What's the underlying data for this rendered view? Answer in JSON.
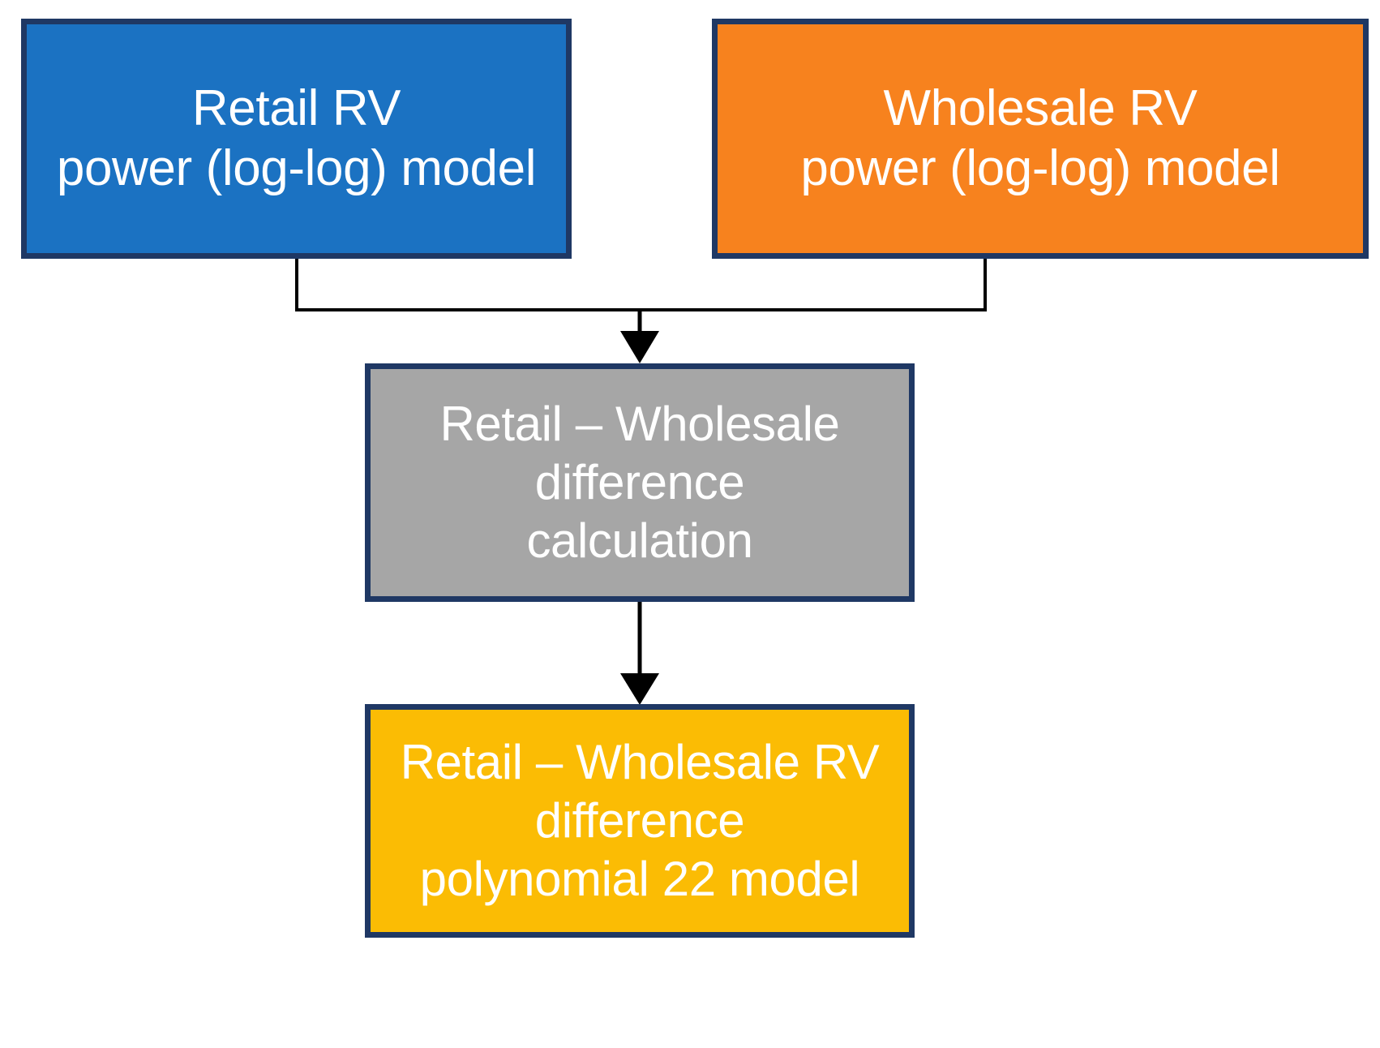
{
  "diagram": {
    "title": "Retail and Wholesale RV model flow",
    "type": "flowchart",
    "background_color": "#FFFFFF",
    "border_color": "#1F3864",
    "connector_color": "#000000",
    "nodes": [
      {
        "id": "retail",
        "label_lines": [
          "Retail RV",
          "power (log-log) model"
        ],
        "fill_color": "#1B72C2",
        "text_color": "#FFFFFF"
      },
      {
        "id": "wholesale",
        "label_lines": [
          "Wholesale  RV",
          "power (log-log) model"
        ],
        "fill_color": "#F7821E",
        "text_color": "#FFFFFF"
      },
      {
        "id": "difference",
        "label_lines": [
          "Retail – Wholesale",
          "difference",
          "calculation"
        ],
        "fill_color": "#A6A6A6",
        "text_color": "#FFFFFF"
      },
      {
        "id": "polynomial",
        "label_lines": [
          "Retail – Wholesale RV",
          "difference",
          "polynomial 22 model"
        ],
        "fill_color": "#FBBC04",
        "text_color": "#FFFFFF"
      }
    ],
    "edges": [
      {
        "from": "retail",
        "to": "difference",
        "style": "elbow-arrow"
      },
      {
        "from": "wholesale",
        "to": "difference",
        "style": "elbow-arrow"
      },
      {
        "from": "difference",
        "to": "polynomial",
        "style": "straight-arrow"
      }
    ]
  }
}
